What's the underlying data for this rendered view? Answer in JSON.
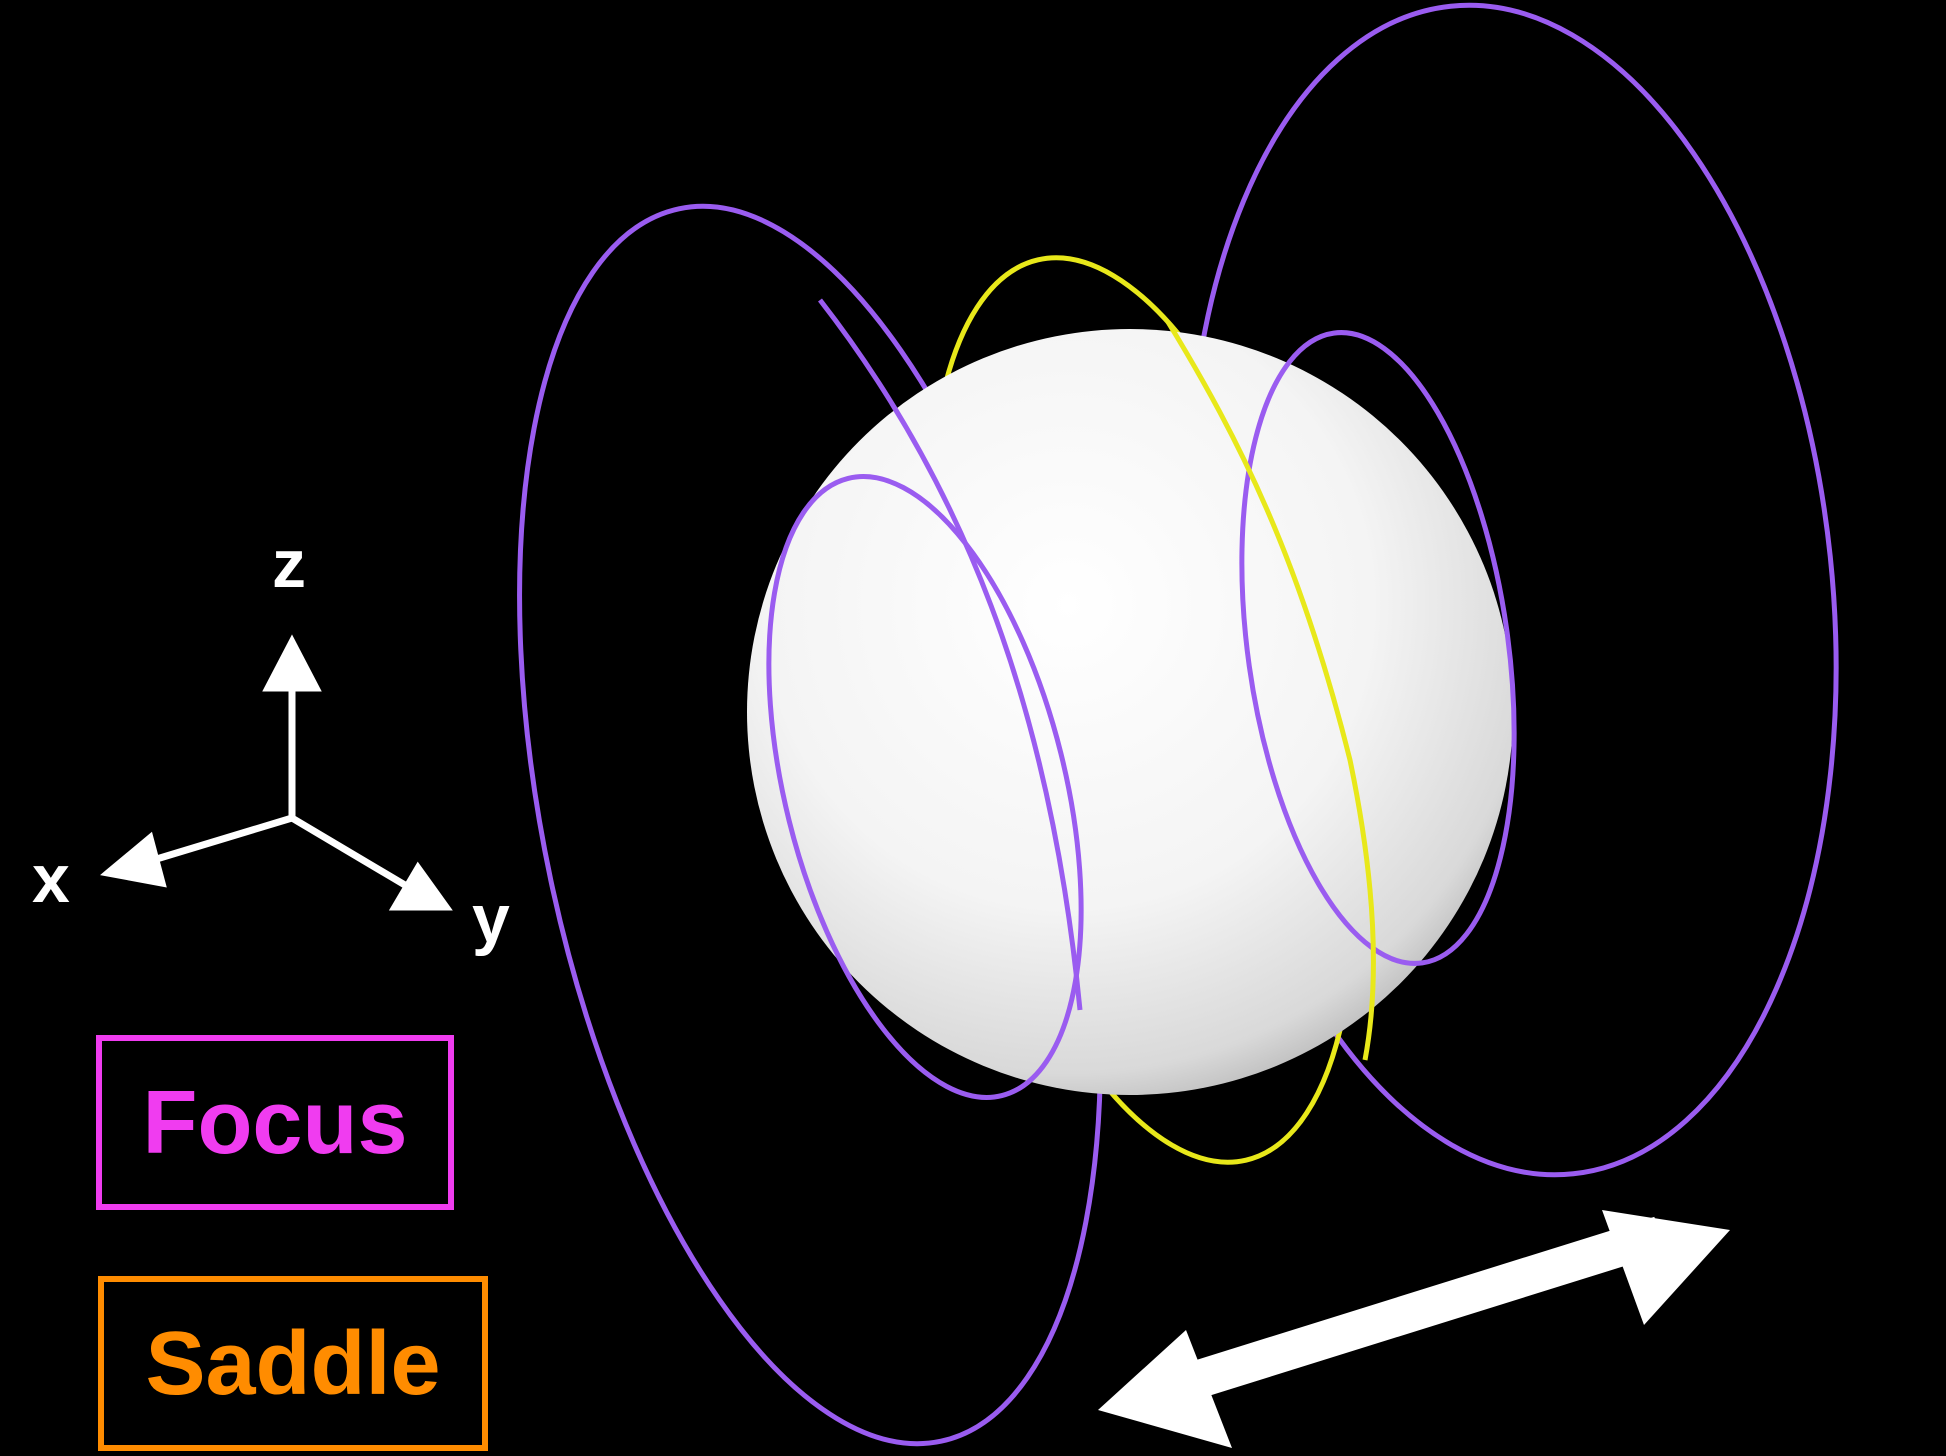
{
  "axes": {
    "x_label": "x",
    "y_label": "y",
    "z_label": "z"
  },
  "legend": {
    "focus_label": "Focus",
    "saddle_label": "Saddle"
  },
  "colors": {
    "background": "#000000",
    "sphere": "#f2f2f2",
    "purple_orbit": "#9a5cf0",
    "yellow_orbit": "#e8e81a",
    "focus": "#f03cf0",
    "saddle": "#ff8c00",
    "arrows": "#ffffff"
  }
}
